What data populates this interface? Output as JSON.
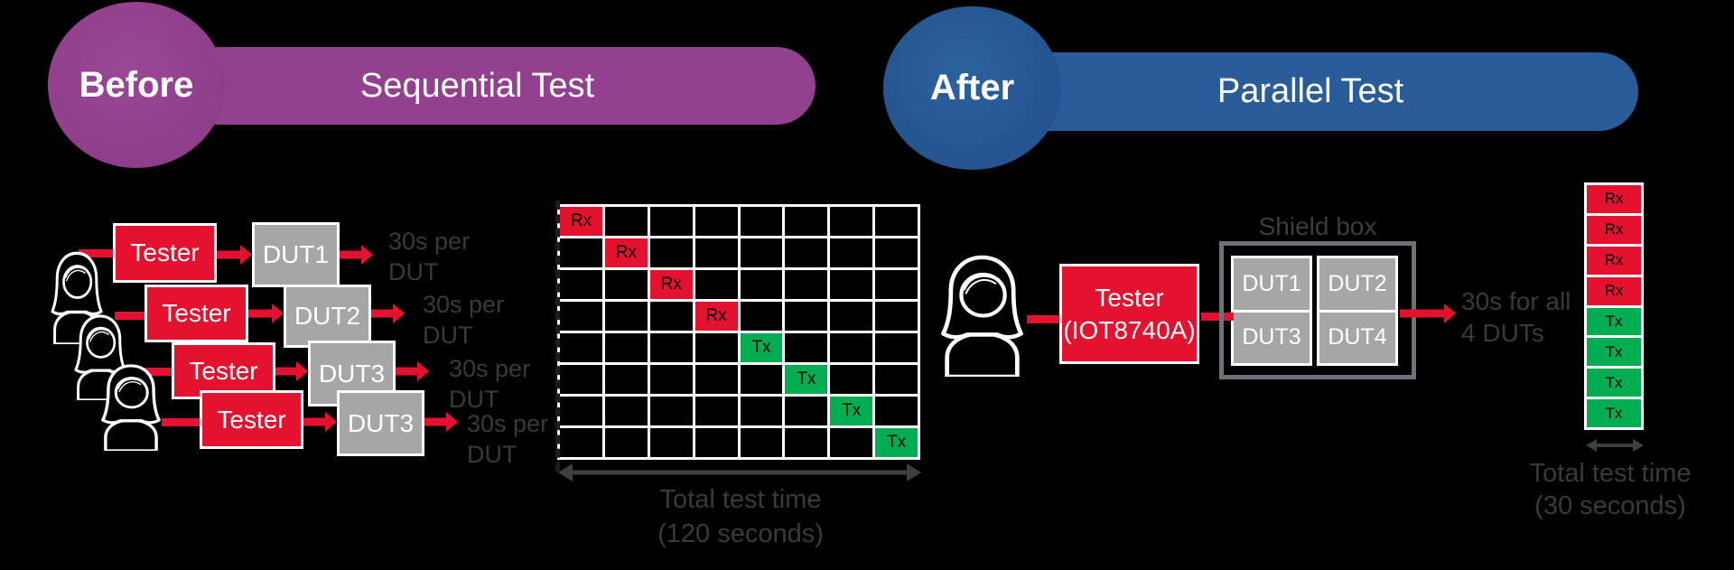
{
  "header": {
    "before_badge": "Before",
    "before_title": "Sequential Test",
    "after_badge": "After",
    "after_title": "Parallel Test"
  },
  "sequential": {
    "rows": [
      {
        "tester": "Tester",
        "dut": "DUT1",
        "note": [
          "30s per",
          "DUT"
        ]
      },
      {
        "tester": "Tester",
        "dut": "DUT2",
        "note": [
          "30s per",
          "DUT"
        ]
      },
      {
        "tester": "Tester",
        "dut": "DUT3",
        "note": [
          "30s per",
          "DUT"
        ]
      },
      {
        "tester": "Tester",
        "dut": "DUT3",
        "note": [
          "30s per",
          "DUT"
        ]
      }
    ],
    "total_time": [
      "Total test time",
      "(120 seconds)"
    ]
  },
  "timeline_grid": {
    "rows": 8,
    "cols": 8,
    "cells": [
      {
        "row": 0,
        "col": 0,
        "label": "Rx",
        "kind": "rx"
      },
      {
        "row": 1,
        "col": 1,
        "label": "Rx",
        "kind": "rx"
      },
      {
        "row": 2,
        "col": 2,
        "label": "Rx",
        "kind": "rx"
      },
      {
        "row": 3,
        "col": 3,
        "label": "Rx",
        "kind": "rx"
      },
      {
        "row": 4,
        "col": 4,
        "label": "Tx",
        "kind": "tx"
      },
      {
        "row": 5,
        "col": 5,
        "label": "Tx",
        "kind": "tx"
      },
      {
        "row": 6,
        "col": 6,
        "label": "Tx",
        "kind": "tx"
      },
      {
        "row": 7,
        "col": 7,
        "label": "Tx",
        "kind": "tx"
      }
    ]
  },
  "parallel": {
    "tester": [
      "Tester",
      "(IOT8740A)"
    ],
    "shield_box_label": "Shield box",
    "duts": [
      "DUT1",
      "DUT2",
      "DUT3",
      "DUT4"
    ],
    "note": [
      "30s for all",
      "4 DUTs"
    ],
    "stack": [
      {
        "label": "Rx",
        "kind": "rx"
      },
      {
        "label": "Rx",
        "kind": "rx"
      },
      {
        "label": "Rx",
        "kind": "rx"
      },
      {
        "label": "Rx",
        "kind": "rx"
      },
      {
        "label": "Tx",
        "kind": "tx"
      },
      {
        "label": "Tx",
        "kind": "tx"
      },
      {
        "label": "Tx",
        "kind": "tx"
      },
      {
        "label": "Tx",
        "kind": "tx"
      }
    ],
    "total_time": [
      "Total test time",
      "(30 seconds)"
    ]
  },
  "colors": {
    "background": "#000000",
    "red": "#E4122F",
    "green": "#00AD50",
    "purple": "#93418F",
    "blue": "#2A5C99",
    "gray_box": "#A6A6A8",
    "shield_border": "#70707A",
    "dark_text": "#3A3A3A"
  }
}
